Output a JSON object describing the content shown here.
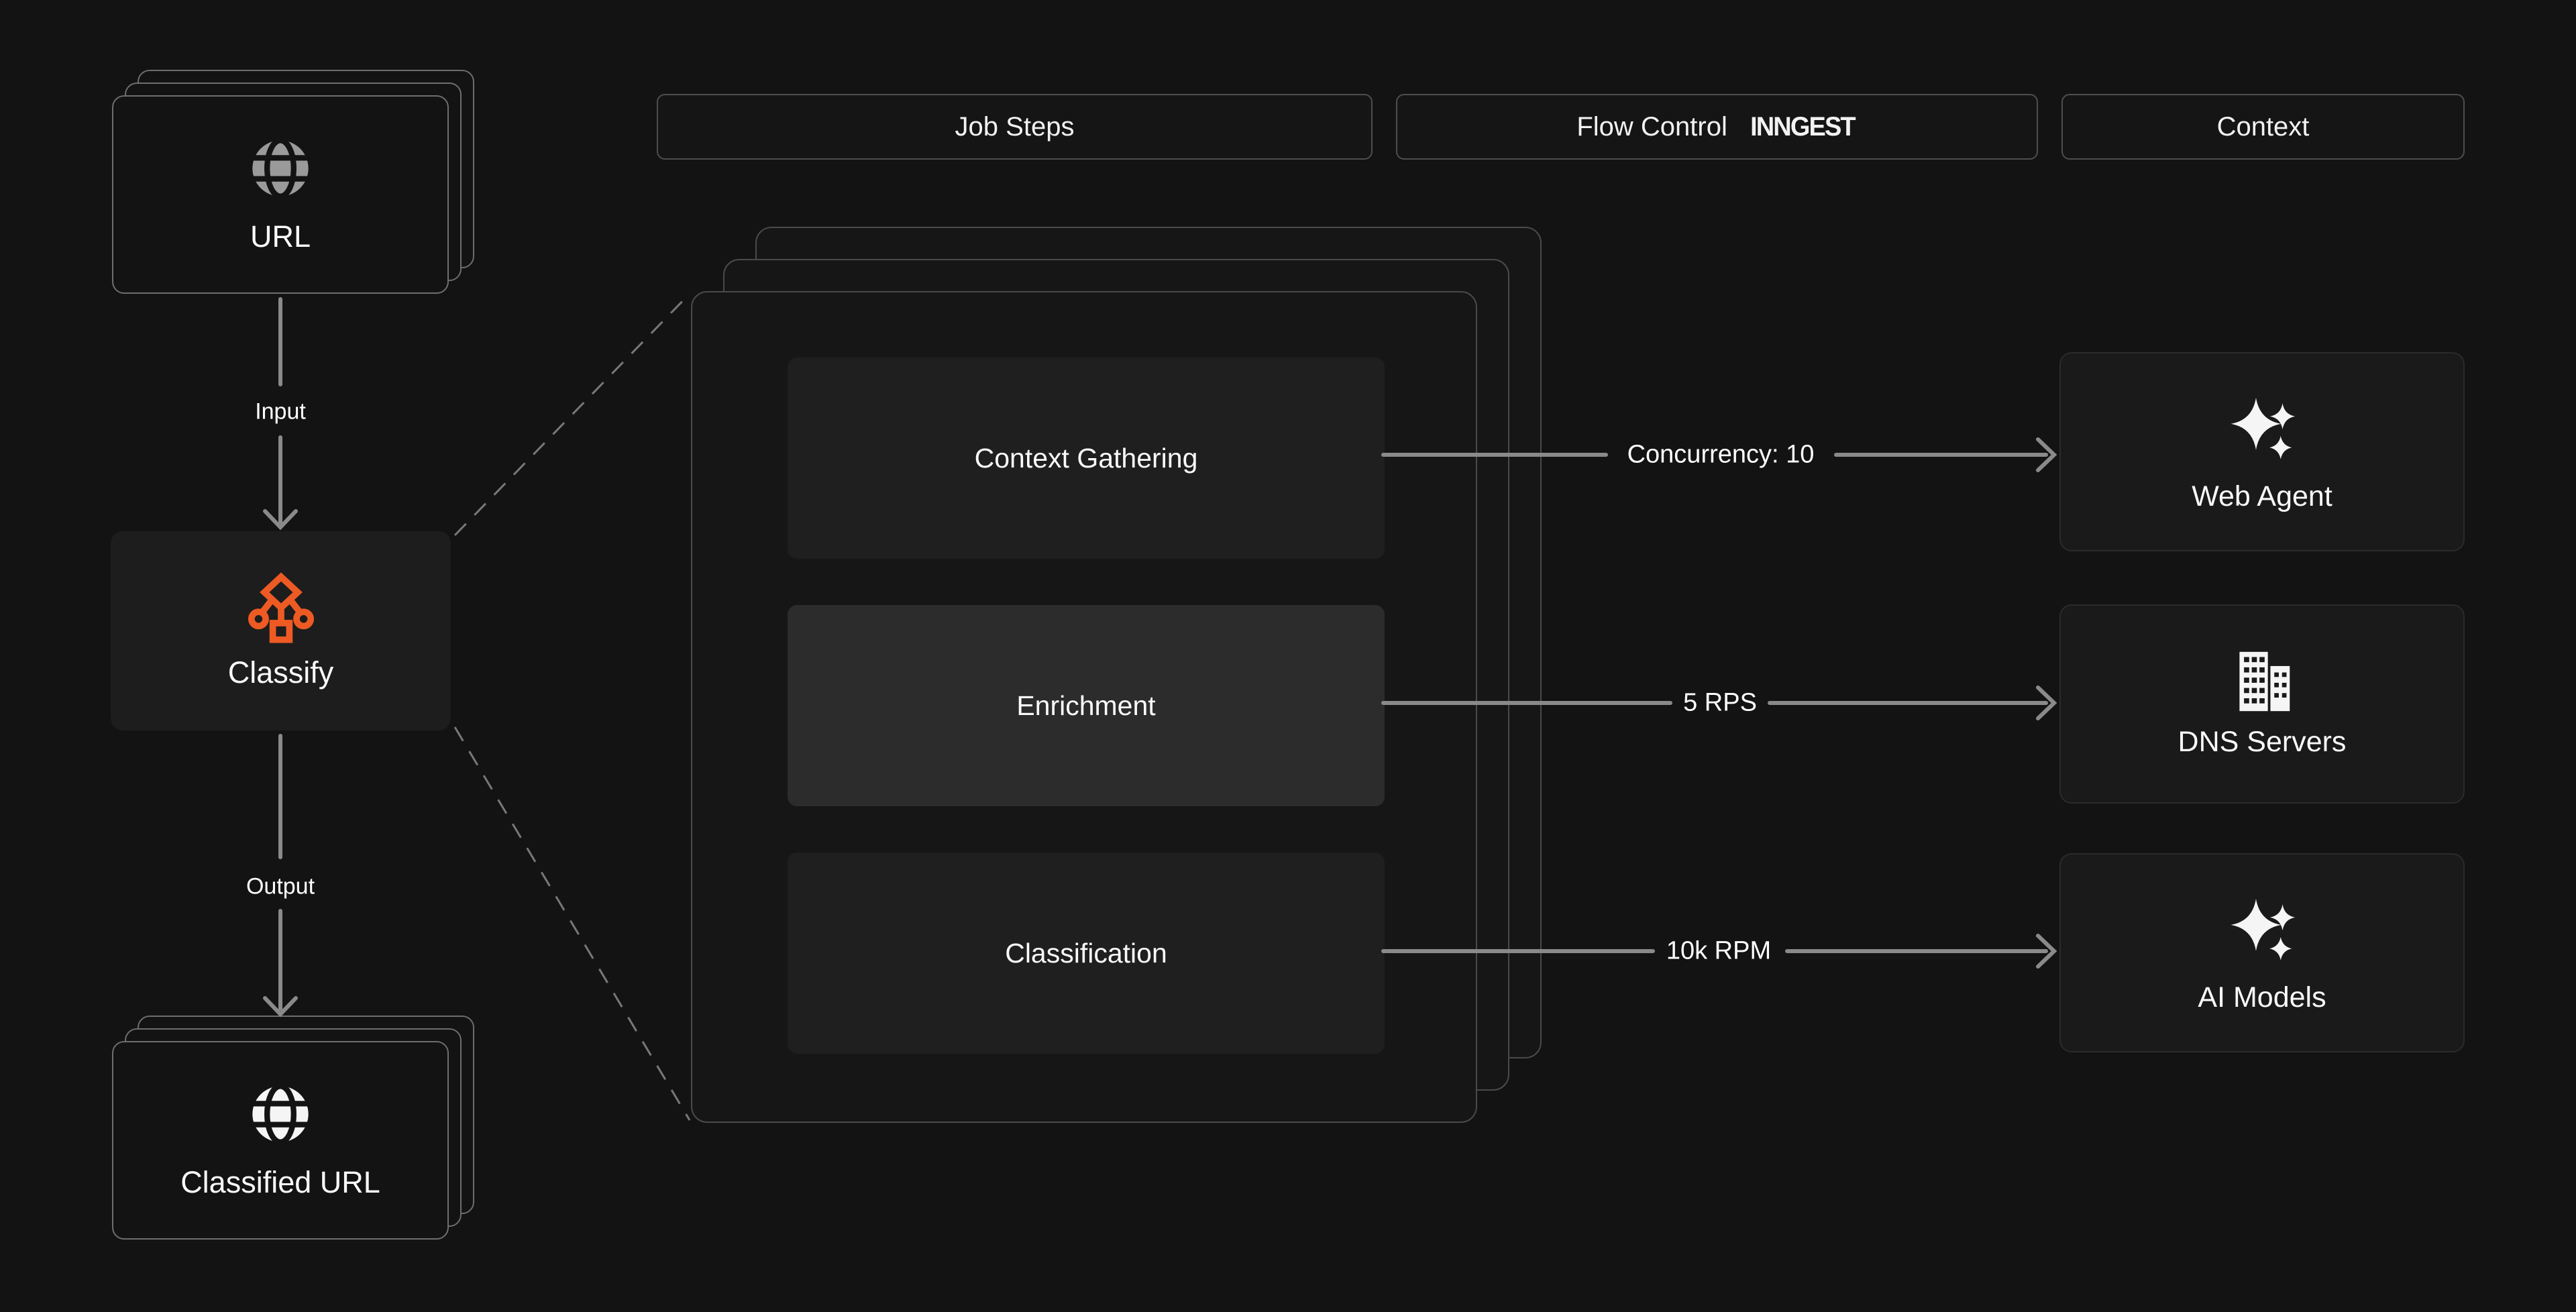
{
  "headers": [
    {
      "label": "Job Steps"
    },
    {
      "label": "Flow Control",
      "logo": "INNGEST"
    },
    {
      "label": "Context"
    }
  ],
  "pipeline": {
    "input_card": {
      "label": "URL",
      "icon": "globe-icon"
    },
    "input_edge": {
      "label": "Input"
    },
    "classify_card": {
      "label": "Classify",
      "icon": "decision-tree-icon"
    },
    "output_edge": {
      "label": "Output"
    },
    "output_card": {
      "label": "Classified URL",
      "icon": "globe-icon"
    }
  },
  "job_card": {
    "steps": [
      {
        "label": "Context Gathering"
      },
      {
        "label": "Enrichment",
        "highlighted": true
      },
      {
        "label": "Classification"
      }
    ]
  },
  "edges": [
    {
      "label": "Concurrency: 10"
    },
    {
      "label": "5 RPS"
    },
    {
      "label": "10k RPM"
    }
  ],
  "context_nodes": [
    {
      "label": "Web Agent",
      "icon": "sparkles-icon"
    },
    {
      "label": "DNS Servers",
      "icon": "buildings-icon"
    },
    {
      "label": "AI Models",
      "icon": "sparkles-icon"
    }
  ],
  "colors": {
    "background": "#131313",
    "accent_orange": "#ee5a23",
    "arrow_grey": "#8a8a8a",
    "card_border_grey": "#6e6e6e",
    "big_card_bg": "#161616",
    "step_bg": "#1f1f1f",
    "step_highlight_bg": "#2c2c2c",
    "node_bg": "#1a1a1a"
  }
}
